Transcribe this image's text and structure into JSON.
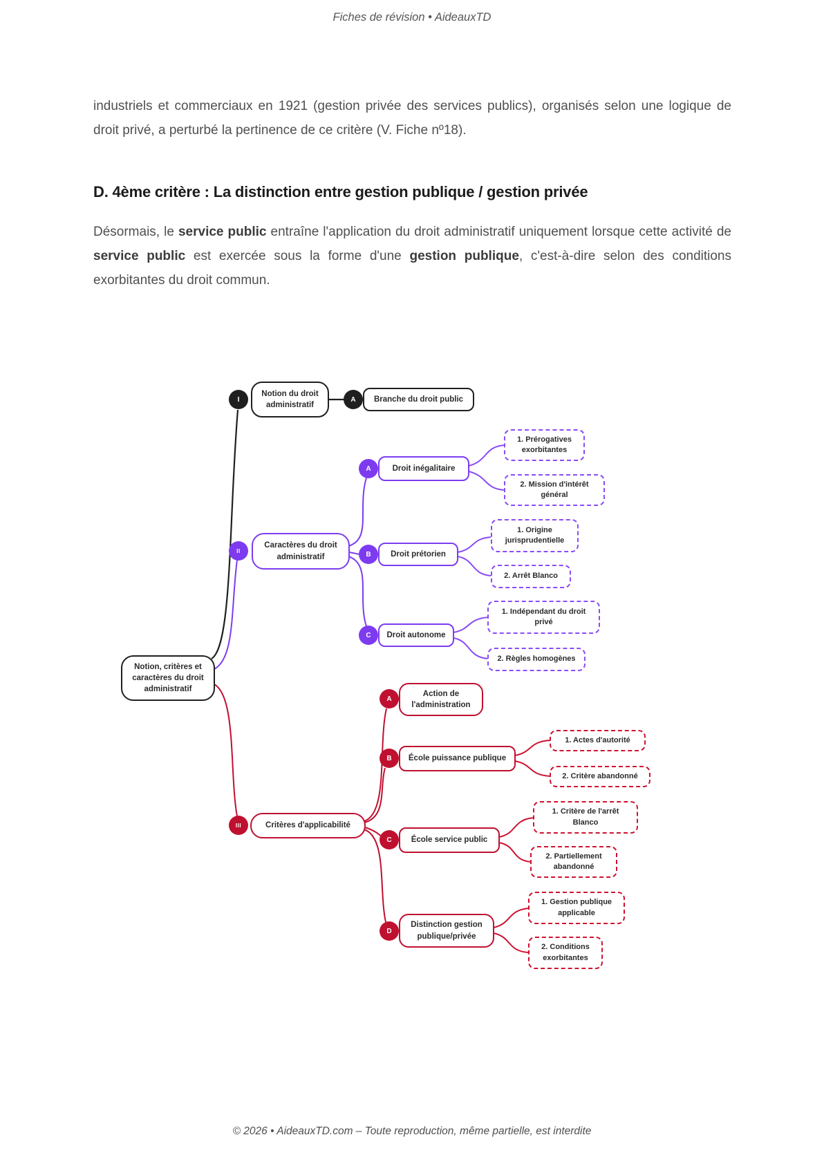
{
  "page": {
    "header": "Fiches de révision • AideauxTD",
    "footer": "© 2026 • AideauxTD.com – Toute reproduction, même partielle, est interdite"
  },
  "content": {
    "paragraph1": "industriels et commerciaux en 1921 (gestion privée des services publics), organisés selon une logique de droit privé, a perturbé la pertinence de ce critère (V. Fiche nº18).",
    "heading": "D. 4ème critère : La distinction entre gestion publique / gestion privée",
    "paragraph2": {
      "s1": "Désormais, le ",
      "b1": "service public",
      "s2": " entraîne l'application du droit administratif uniquement lorsque cette activité de ",
      "b2": "service public",
      "s3": " est exercée sous la forme d'une ",
      "b3": "gestion publique",
      "s4": ", c'est-à-dire selon des conditions exorbitantes du droit commun."
    }
  },
  "theme": {
    "black": "#1f1f1f",
    "purple": "#7d3bf0",
    "red": "#bf1030"
  },
  "mindmap": {
    "root": "Notion, critères et caractères du droit administratif",
    "branches": [
      {
        "badge": "I",
        "label": "Notion du droit administratif",
        "children": [
          {
            "badge": "A",
            "label": "Branche du droit public",
            "leaves": []
          }
        ]
      },
      {
        "badge": "II",
        "label": "Caractères du droit administratif",
        "children": [
          {
            "badge": "A",
            "label": "Droit inégalitaire",
            "leaves": [
              "1. Prérogatives exorbitantes",
              "2. Mission d'intérêt général"
            ]
          },
          {
            "badge": "B",
            "label": "Droit prétorien",
            "leaves": [
              "1. Origine jurisprudentielle",
              "2. Arrêt Blanco"
            ]
          },
          {
            "badge": "C",
            "label": "Droit autonome",
            "leaves": [
              "1. Indépendant du droit privé",
              "2. Règles homogènes"
            ]
          }
        ]
      },
      {
        "badge": "III",
        "label": "Critères d'applicabilité",
        "children": [
          {
            "badge": "A",
            "label": "Action de l'administration",
            "leaves": []
          },
          {
            "badge": "B",
            "label": "École puissance publique",
            "leaves": [
              "1. Actes d'autorité",
              "2. Critère abandonné"
            ]
          },
          {
            "badge": "C",
            "label": "École service public",
            "leaves": [
              "1. Critère de l'arrêt Blanco",
              "2. Partiellement abandonné"
            ]
          },
          {
            "badge": "D",
            "label": "Distinction gestion publique/privée",
            "leaves": [
              "1. Gestion publique applicable",
              "2. Conditions exorbitantes"
            ]
          }
        ]
      }
    ]
  }
}
